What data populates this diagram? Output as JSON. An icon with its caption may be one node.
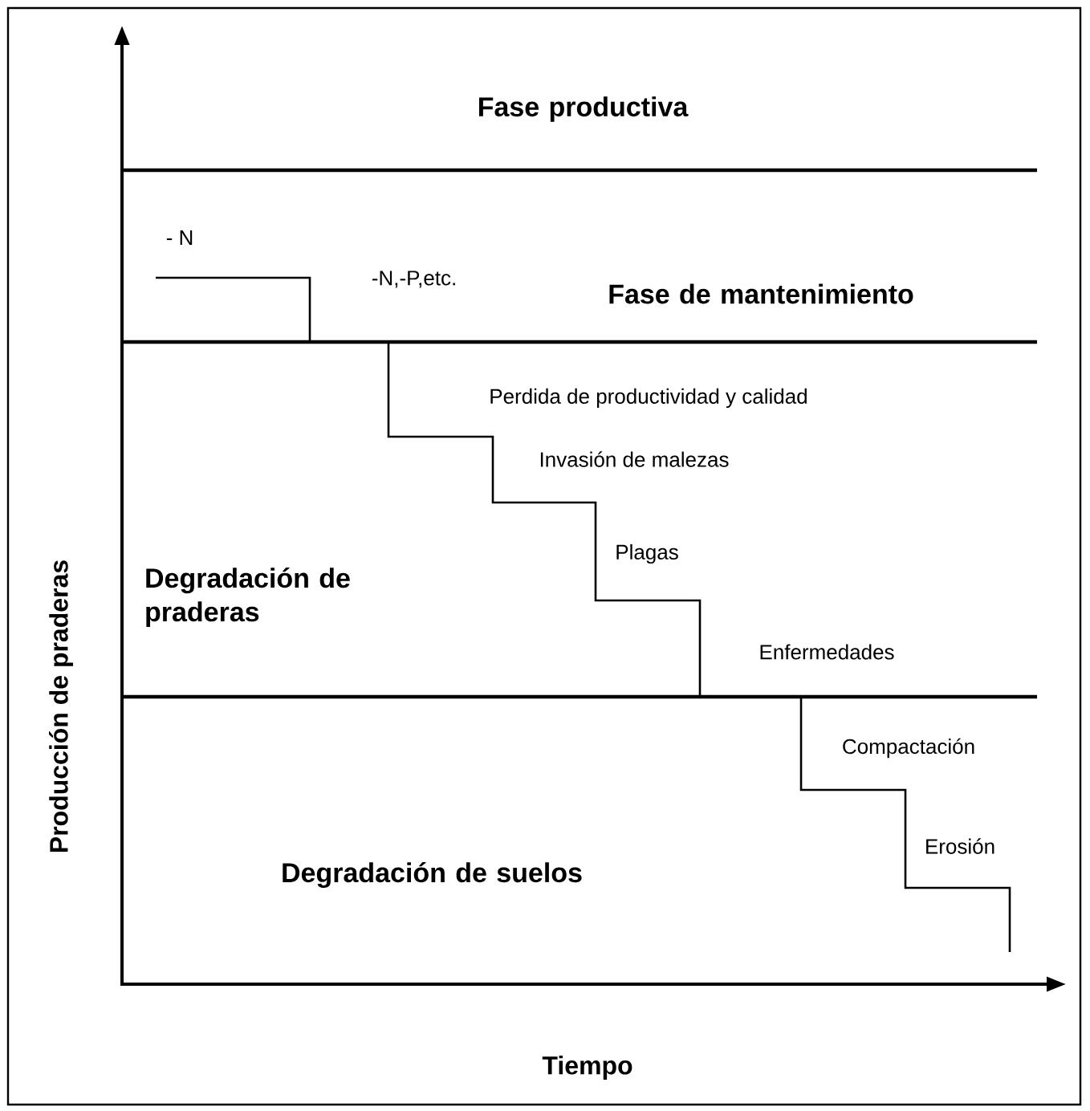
{
  "diagram": {
    "nodes": [
      {
        "text": [
          "Fase productiva"
        ]
      },
      {
        "text": [
          "Fase de mantenimiento"
        ]
      },
      {
        "text": [
          "Degradación de praderas"
        ]
      },
      {
        "text": [
          "Degradación de suelos"
        ]
      }
    ],
    "labels": [
      "- N",
      "-N,-P,etc.",
      "Perdida de productividad y calidad",
      "Invasión de malezas",
      "Plagas",
      "Enfermedades",
      "Compactación",
      "Erosión",
      "Producción de praderas",
      "Tiempo"
    ]
  }
}
